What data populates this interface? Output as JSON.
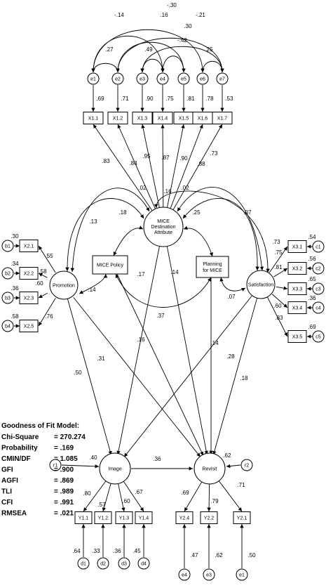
{
  "constructs": {
    "mice": [
      "MICE",
      "Destination",
      "Attribute"
    ],
    "policy": "MICE Policy",
    "planning": [
      "Planning",
      "for MICE"
    ],
    "promotion": "Promotion",
    "satisfaction": "Satisfaction",
    "image": "Image",
    "revisit": "Revisit"
  },
  "indicators": {
    "x1": [
      "X1.1",
      "X1.2",
      "X1.3",
      "X1.4",
      "X1.5",
      "X1.6",
      "X1.7"
    ],
    "x2": [
      "X2.1",
      "X2.2",
      "X2.3",
      "X2.5"
    ],
    "x3": [
      "X3.1",
      "X3.2",
      "X3.3",
      "X3.4",
      "X3.5"
    ],
    "y1": [
      "Y1.1",
      "Y1.2",
      "Y1.3",
      "Y1.4"
    ],
    "y2": [
      "Y2.4",
      "Y2.2",
      "Y2.1"
    ]
  },
  "errors": {
    "x1": [
      "e1",
      "e2",
      "e3",
      "e4",
      "e5",
      "e6",
      "e7"
    ],
    "x2": [
      "b1",
      "b2",
      "b3",
      "b4"
    ],
    "x3": [
      "c1",
      "c2",
      "c3",
      "c4",
      "c5"
    ],
    "y1": [
      "d1",
      "d2",
      "d3",
      "d4"
    ],
    "y2": [
      "e4",
      "e3",
      "e1"
    ],
    "residuals": [
      "r1",
      "r2"
    ]
  },
  "coefficients": {
    "x1_error": [
      ".69",
      ".71",
      ".90",
      ".75",
      ".81",
      ".78",
      ".53"
    ],
    "x1_loading": [
      ".83",
      ".84",
      ".95",
      ".87",
      ".90",
      ".88",
      ".73"
    ],
    "x1_covariances": [
      "-.30",
      "-.14",
      ".16",
      "-.21",
      ".30",
      ".27",
      ".49",
      "-.42",
      ".25"
    ],
    "x2_error": [
      ".30",
      ".34",
      ".36",
      ".58"
    ],
    "x2_loading": [
      ".55",
      ".58",
      ".60",
      ".76"
    ],
    "x3_error": [
      ".54",
      ".56",
      ".65",
      ".36",
      ".69"
    ],
    "x3_loading": [
      ".73",
      ".75",
      ".81",
      ".60",
      ".83"
    ],
    "y1_loading": [
      ".80",
      ".57",
      ".60",
      ".67"
    ],
    "y1_error": [
      ".64",
      ".33",
      ".36",
      ".45"
    ],
    "y2_loading": [
      ".69",
      ".79",
      ".71"
    ],
    "y2_error": [
      ".47",
      ".62",
      ".50"
    ],
    "r1": ".40",
    "r2": ".62",
    "mice_cov": [
      ".02",
      ".16",
      ".02"
    ],
    "mice_promo": ".13",
    "mice_policy": ".18",
    "mice_planning": ".25",
    "mice_satis": ".07",
    "mice_image": ".17",
    "mice_revisit": ".14",
    "promo_policy": ".14",
    "policy_planning": ".37",
    "planning_satis": ".07",
    "policy_revisit": ".16",
    "planning_revisit": ".14",
    "promo_image": ".50",
    "promo_revisit": ".31",
    "satis_image": ".28",
    "satis_revisit": ".18",
    "image_revisit": ".36"
  },
  "fit": {
    "title": "Goodness of Fit Model:",
    "rows": [
      {
        "name": "Chi-Square",
        "value": "= 270.274"
      },
      {
        "name": "Probability",
        "value": "= .169"
      },
      {
        "name": "CMIN/DF",
        "value": "= 1.085"
      },
      {
        "name": "GFI",
        "value": "= .900"
      },
      {
        "name": "AGFI",
        "value": "= .869"
      },
      {
        "name": "TLI",
        "value": "= .989"
      },
      {
        "name": "CFI",
        "value": "= .991"
      },
      {
        "name": "RMSEA",
        "value": "= .021"
      }
    ]
  }
}
